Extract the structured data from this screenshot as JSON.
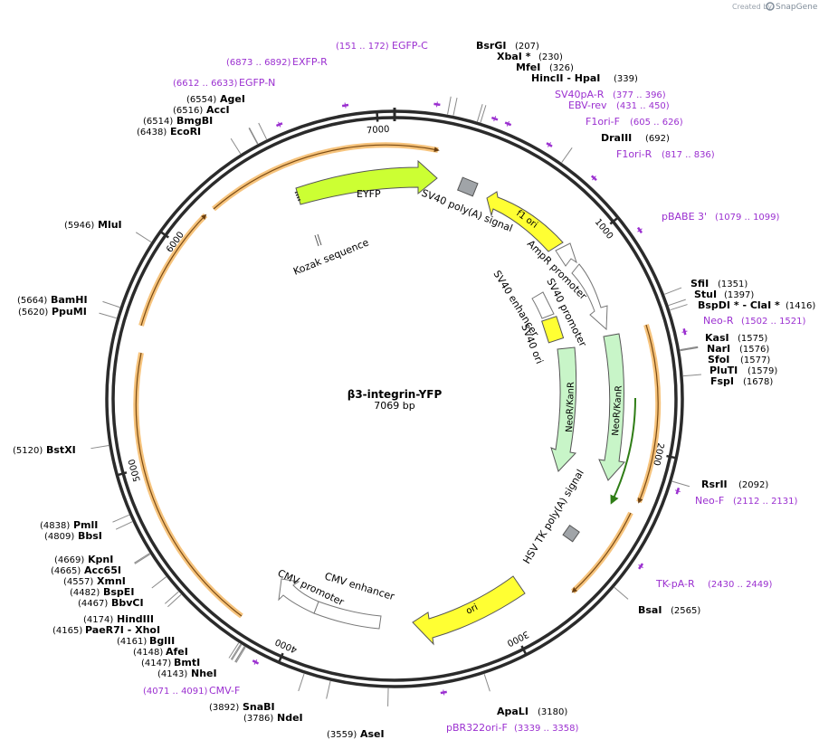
{
  "credit": {
    "prefix": "Created by",
    "brand": "SnapGene"
  },
  "plasmid": {
    "name": "β3-integrin-YFP",
    "size_label": "7069 bp",
    "total_bp": 7069
  },
  "ticks": [
    1000,
    2000,
    3000,
    4000,
    5000,
    6000,
    7000
  ],
  "enzymes": [
    {
      "name": "BsrGI",
      "bp": 207,
      "pos": "(207)"
    },
    {
      "name": "XbaI *",
      "bp": 230,
      "pos": "(230)"
    },
    {
      "name": "MfeI",
      "bp": 326,
      "pos": "(326)"
    },
    {
      "name": "HincII  - HpaI",
      "bp": 339,
      "pos": "(339)"
    },
    {
      "name": "DraIII",
      "bp": 692,
      "pos": "(692)"
    },
    {
      "name": "SfiI",
      "bp": 1351,
      "pos": "(1351)"
    },
    {
      "name": "StuI",
      "bp": 1397,
      "pos": "(1397)"
    },
    {
      "name": "BspDI *  - ClaI *",
      "bp": 1416,
      "pos": "(1416)"
    },
    {
      "name": "KasI",
      "bp": 1575,
      "pos": "(1575)"
    },
    {
      "name": "NarI",
      "bp": 1576,
      "pos": "(1576)"
    },
    {
      "name": "SfoI",
      "bp": 1577,
      "pos": "(1577)"
    },
    {
      "name": "PluTI",
      "bp": 1579,
      "pos": "(1579)"
    },
    {
      "name": "FspI",
      "bp": 1678,
      "pos": "(1678)"
    },
    {
      "name": "RsrII",
      "bp": 2092,
      "pos": "(2092)"
    },
    {
      "name": "BsaI",
      "bp": 2565,
      "pos": "(2565)"
    },
    {
      "name": "ApaLI",
      "bp": 3180,
      "pos": "(3180)"
    },
    {
      "name": "AseI",
      "bp": 3559,
      "pos": "(3559)"
    },
    {
      "name": "NdeI",
      "bp": 3786,
      "pos": "(3786)"
    },
    {
      "name": "SnaBI",
      "bp": 3892,
      "pos": "(3892)"
    },
    {
      "name": "NheI",
      "bp": 4143,
      "pos": "(4143)"
    },
    {
      "name": "BmtI",
      "bp": 4147,
      "pos": "(4147)"
    },
    {
      "name": "AfeI",
      "bp": 4148,
      "pos": "(4148)"
    },
    {
      "name": "BglII",
      "bp": 4161,
      "pos": "(4161)"
    },
    {
      "name": "PaeR7I  - XhoI",
      "bp": 4165,
      "pos": "(4165)"
    },
    {
      "name": "HindIII",
      "bp": 4174,
      "pos": "(4174)"
    },
    {
      "name": "BbvCI",
      "bp": 4467,
      "pos": "(4467)"
    },
    {
      "name": "BspEI",
      "bp": 4482,
      "pos": "(4482)"
    },
    {
      "name": "XmnI",
      "bp": 4557,
      "pos": "(4557)"
    },
    {
      "name": "Acc65I",
      "bp": 4665,
      "pos": "(4665)"
    },
    {
      "name": "KpnI",
      "bp": 4669,
      "pos": "(4669)"
    },
    {
      "name": "BbsI",
      "bp": 4809,
      "pos": "(4809)"
    },
    {
      "name": "PmlI",
      "bp": 4838,
      "pos": "(4838)"
    },
    {
      "name": "BstXI",
      "bp": 5120,
      "pos": "(5120)"
    },
    {
      "name": "PpuMI",
      "bp": 5620,
      "pos": "(5620)"
    },
    {
      "name": "BamHI",
      "bp": 5664,
      "pos": "(5664)"
    },
    {
      "name": "MluI",
      "bp": 5946,
      "pos": "(5946)"
    },
    {
      "name": "EcoRI",
      "bp": 6438,
      "pos": "(6438)"
    },
    {
      "name": "BmgBI",
      "bp": 6514,
      "pos": "(6514)"
    },
    {
      "name": "AccI",
      "bp": 6516,
      "pos": "(6516)"
    },
    {
      "name": "AgeI",
      "bp": 6554,
      "pos": "(6554)"
    }
  ],
  "primers": [
    {
      "name": "EGFP-C",
      "bp": 161,
      "range": "(151 .. 172)"
    },
    {
      "name": "SV40pA-R",
      "bp": 386,
      "range": "(377 .. 396)"
    },
    {
      "name": "EBV-rev",
      "bp": 440,
      "range": "(431 .. 450)"
    },
    {
      "name": "F1ori-F",
      "bp": 615,
      "range": "(605 .. 626)"
    },
    {
      "name": "F1ori-R",
      "bp": 826,
      "range": "(817 .. 836)"
    },
    {
      "name": "pBABE 3'",
      "bp": 1089,
      "range": "(1079 .. 1099)"
    },
    {
      "name": "Neo-R",
      "bp": 1511,
      "range": "(1502 .. 1521)"
    },
    {
      "name": "Neo-F",
      "bp": 2121,
      "range": "(2112 .. 2131)"
    },
    {
      "name": "TK-pA-R",
      "bp": 2439,
      "range": "(2430 .. 2449)"
    },
    {
      "name": "pBR322ori-F",
      "bp": 3348,
      "range": "(3339 .. 3358)"
    },
    {
      "name": "CMV-F",
      "bp": 4081,
      "range": "(4071 .. 4091)"
    },
    {
      "name": "EGFP-N",
      "bp": 6622,
      "range": "(6612 .. 6633)"
    },
    {
      "name": "EXFP-R",
      "bp": 6882,
      "range": "(6873 .. 6892)"
    }
  ],
  "features": {
    "eyfp": "EYFP",
    "kozak": "Kozak sequence",
    "sv40_polya": "SV40 poly(A) signal",
    "f1_ori": "f1 ori",
    "ampr_promoter": "AmpR promoter",
    "sv40_promoter": "SV40 promoter",
    "sv40_enhancer": "SV40 enhancer",
    "sv40_ori": "SV40 ori",
    "neor_1": "NeoR/KanR",
    "neor_2": "NeoR/KanR",
    "hsv_tk": "HSV TK poly(A) signal",
    "ori": "ori",
    "cmv_enhancer": "CMV enhancer",
    "cmv_promoter": "CMV promoter"
  },
  "colors": {
    "backbone": "#2b2b2b",
    "primer": "#9b30d0",
    "yellow": "#ffff33",
    "green_yellow": "#ccff33",
    "mint": "#c8f5c8",
    "gray": "#a0a4a8",
    "orf_orange": "#f5b865",
    "orf_brown": "#7a4a12"
  }
}
